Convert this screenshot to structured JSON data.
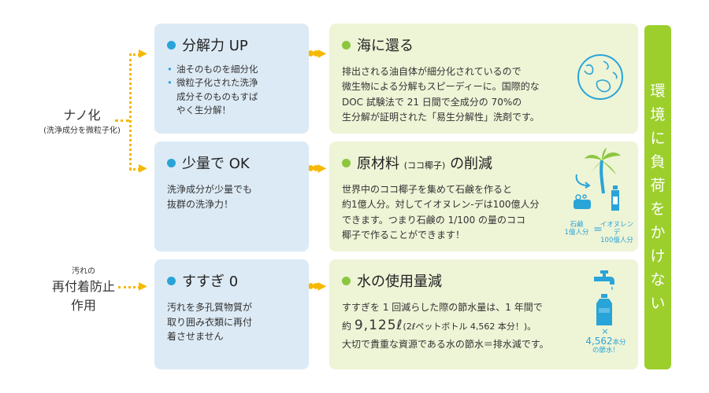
{
  "left_labels": {
    "nano": {
      "main": "ナノ化",
      "sub": "(洗浄成分を微粒子化)"
    },
    "redeposit": {
      "pre": "汚れの",
      "main1": "再付着防止",
      "main2": "作用"
    }
  },
  "blue_boxes": [
    {
      "title": "分解力 UP",
      "bullets": [
        "油そのものを細分化",
        "微粒子化された洗浄",
        "成分そのものもすば",
        "やく生分解！"
      ]
    },
    {
      "title": "少量で OK",
      "lines": [
        "洗浄成分が少量でも",
        "抜群の洗浄力！"
      ]
    },
    {
      "title": "すすぎ 0",
      "lines": [
        "汚れを多孔質物質が",
        "取り囲み衣類に再付",
        "着させません"
      ]
    }
  ],
  "green_boxes": [
    {
      "title": "海に還る",
      "lines": [
        "排出される油自体が細分化されているので",
        "微生物による分解もスピーディーに。国際的な",
        "DOC 試験法で 21 日間で全成分の 70%の",
        "生分解が証明された「易生分解性」洗剤です。"
      ]
    },
    {
      "title_main": "原材料",
      "title_paren": "(ココ椰子)",
      "title_end": "の削減",
      "lines": [
        "世界中のココ椰子を集めて石鹸を作ると",
        "約1億人分。対してイオヌレン-デは100億人分",
        "できます。つまり石鹸の 1/100 の量のココ",
        "椰子で作ることができます！"
      ]
    },
    {
      "title": "水の使用量減",
      "line1": "すすぎを 1 回減らした際の節水量は、1 年間で",
      "line2_pre": "約",
      "line2_num": "9,125ℓ",
      "line2_post": "(2ℓペットボトル 4,562 本分！)。",
      "line3": "大切で貴重な資源である水の節水＝排水減です。"
    }
  ],
  "illustrations": {
    "palm_left_label": [
      "石鹸",
      "1億人分"
    ],
    "palm_right_label": [
      "イオヌレンデ",
      "100億人分"
    ],
    "palm_equals": "=",
    "water_times": "×",
    "water_count": "4,562",
    "water_unit": "本分",
    "water_note": "の節水！"
  },
  "side_banner": [
    "環",
    "境",
    "に",
    "負",
    "荷",
    "を",
    "か",
    "け",
    "な",
    "い"
  ],
  "colors": {
    "blue_box": "#dceaf5",
    "green_box": "#eef4d6",
    "blue_dot": "#29a4d9",
    "green_dot": "#8cc63f",
    "arrow": "#f6b800",
    "banner": "#9ccf2c"
  }
}
